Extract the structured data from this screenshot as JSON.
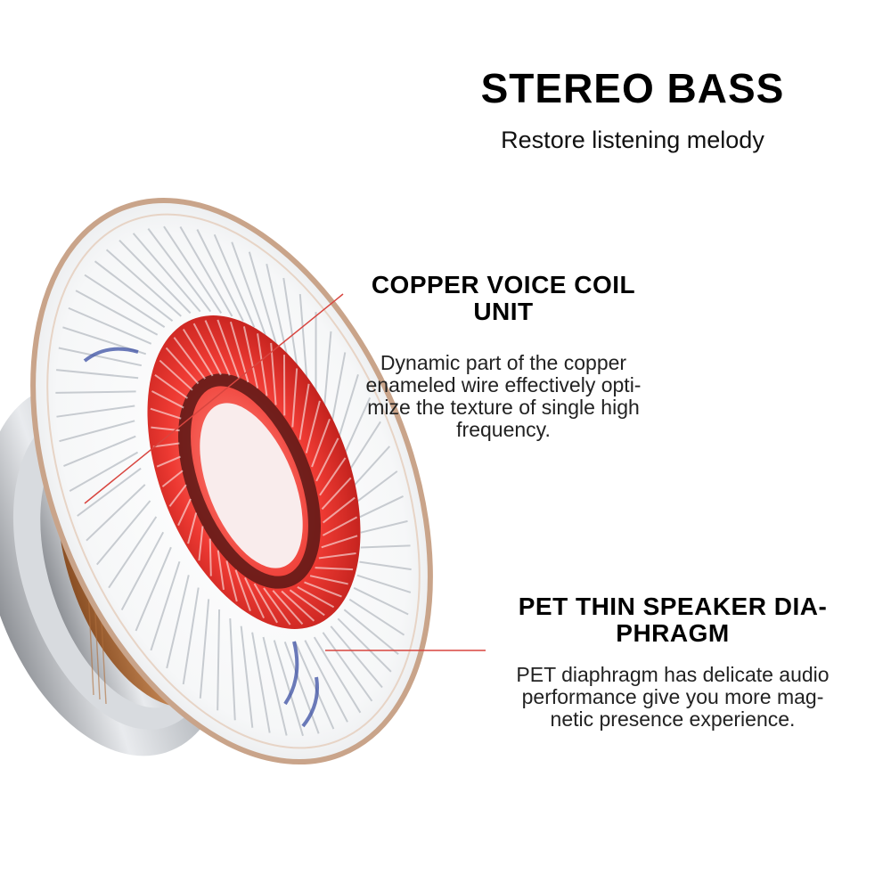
{
  "header": {
    "title": "STEREO BASS",
    "subtitle": "Restore listening melody"
  },
  "sections": [
    {
      "title_lines": [
        "COPPER VOICE COIL",
        "UNIT"
      ],
      "body_lines": [
        "Dynamic part of the copper",
        "enameled wire effectively opti-",
        "mize the texture of single high",
        "frequency."
      ]
    },
    {
      "title_lines": [
        "PET THIN SPEAKER DIA-",
        "PHRAGM"
      ],
      "body_lines": [
        "PET diaphragm has delicate audio",
        "performance give you more mag-",
        "netic presence experience."
      ]
    }
  ],
  "colors": {
    "accent_red": "#e0312f",
    "copper": "#c9834d",
    "callout_line": "#d8453f",
    "rim": "#c9a48a"
  },
  "icons": [
    "speaker-driver-illustration"
  ]
}
